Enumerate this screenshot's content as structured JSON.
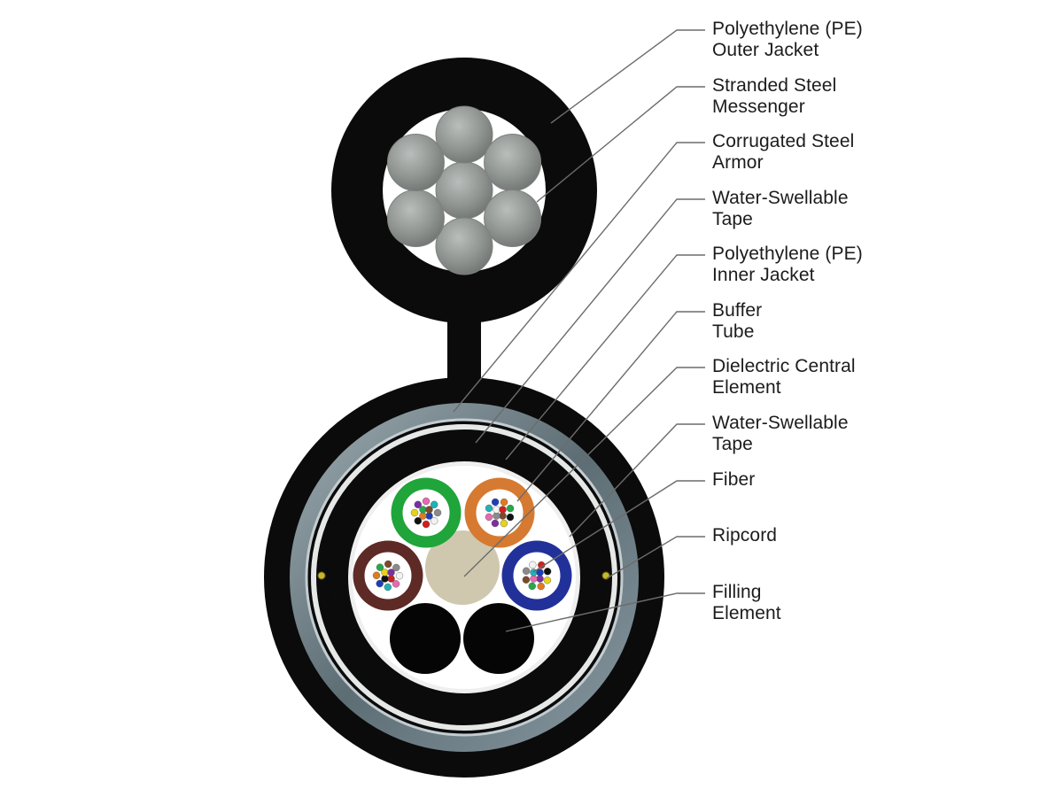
{
  "colors": {
    "jacket": "#0b0b0b",
    "messenger_wire": "#8f9491",
    "armor": "#6f8088",
    "leader_line": "#6c6c6c",
    "central_element": "#cfc8ae",
    "tube_green": "#1fa53a",
    "tube_orange": "#d67a31",
    "tube_brown": "#5e2a26",
    "tube_blue": "#22319a",
    "ripcord": "#c8b828"
  },
  "labels": [
    {
      "id": "outer-jacket",
      "line1": "Polyethylene (PE)",
      "line2": "Outer Jacket"
    },
    {
      "id": "stranded-steel-messenger",
      "line1": "Stranded Steel",
      "line2": "Messenger"
    },
    {
      "id": "corrugated-steel-armor",
      "line1": "Corrugated Steel",
      "line2": "Armor"
    },
    {
      "id": "water-swellable-tape-outer",
      "line1": "Water-Swellable",
      "line2": "Tape"
    },
    {
      "id": "inner-jacket",
      "line1": "Polyethylene (PE)",
      "line2": "Inner Jacket"
    },
    {
      "id": "buffer-tube",
      "line1": "Buffer",
      "line2": "Tube"
    },
    {
      "id": "dielectric-central-element",
      "line1": "Dielectric Central",
      "line2": "Element"
    },
    {
      "id": "water-swellable-tape-inner",
      "line1": "Water-Swellable",
      "line2": "Tape"
    },
    {
      "id": "fiber",
      "line1": "Fiber",
      "line2": ""
    },
    {
      "id": "ripcord",
      "line1": "Ripcord",
      "line2": ""
    },
    {
      "id": "filling-element",
      "line1": "Filling",
      "line2": "Element"
    }
  ]
}
